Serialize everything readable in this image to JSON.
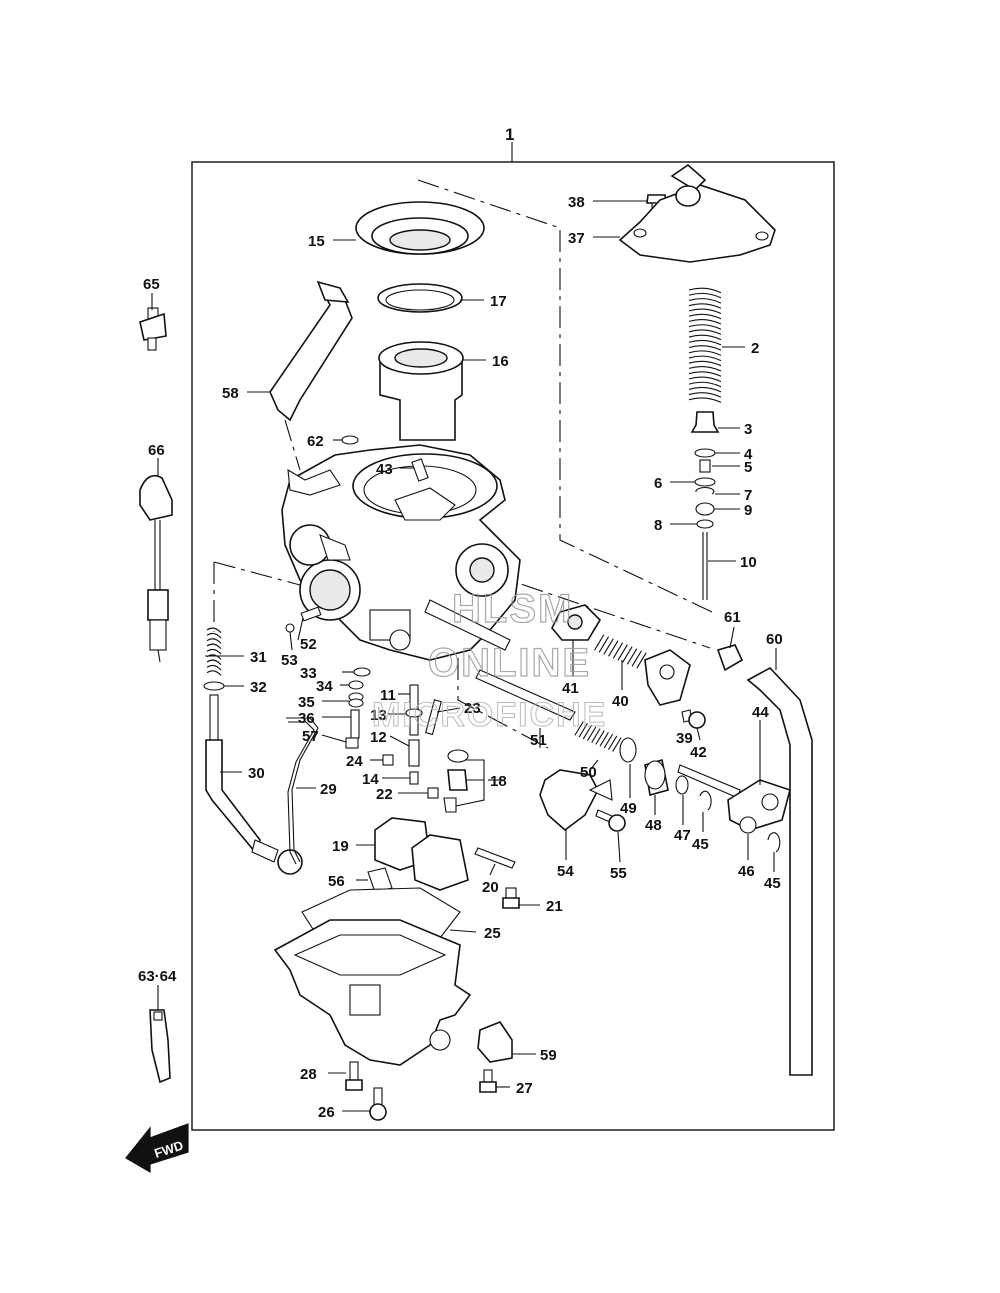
{
  "diagram": {
    "callouts": {
      "c1": "1",
      "c2": "2",
      "c3": "3",
      "c4": "4",
      "c5": "5",
      "c6": "6",
      "c7": "7",
      "c8": "8",
      "c9": "9",
      "c10": "10",
      "c11": "11",
      "c12": "12",
      "c13": "13",
      "c14": "14",
      "c15": "15",
      "c16": "16",
      "c17": "17",
      "c18": "18",
      "c19": "19",
      "c20": "20",
      "c21": "21",
      "c22": "22",
      "c23": "23",
      "c24": "24",
      "c25": "25",
      "c26": "26",
      "c27": "27",
      "c28": "28",
      "c29": "29",
      "c30": "30",
      "c31": "31",
      "c32": "32",
      "c33": "33",
      "c34": "34",
      "c35": "35",
      "c36": "36",
      "c37": "37",
      "c38": "38",
      "c39": "39",
      "c40": "40",
      "c41": "41",
      "c42": "42",
      "c43": "43",
      "c44": "44",
      "c45a": "45",
      "c45b": "45",
      "c46": "46",
      "c47": "47",
      "c48": "48",
      "c49": "49",
      "c50": "50",
      "c51": "51",
      "c52": "52",
      "c53": "53",
      "c54": "54",
      "c55": "55",
      "c56": "56",
      "c57": "57",
      "c58": "58",
      "c59": "59",
      "c60": "60",
      "c61": "61",
      "c62": "62",
      "c63_64": "63·64",
      "c65": "65",
      "c66": "66"
    },
    "fwd_label": "FWD",
    "watermark": {
      "line1": "HLSM",
      "line2": "ONLINE",
      "line3": "MICROFICHE"
    }
  }
}
